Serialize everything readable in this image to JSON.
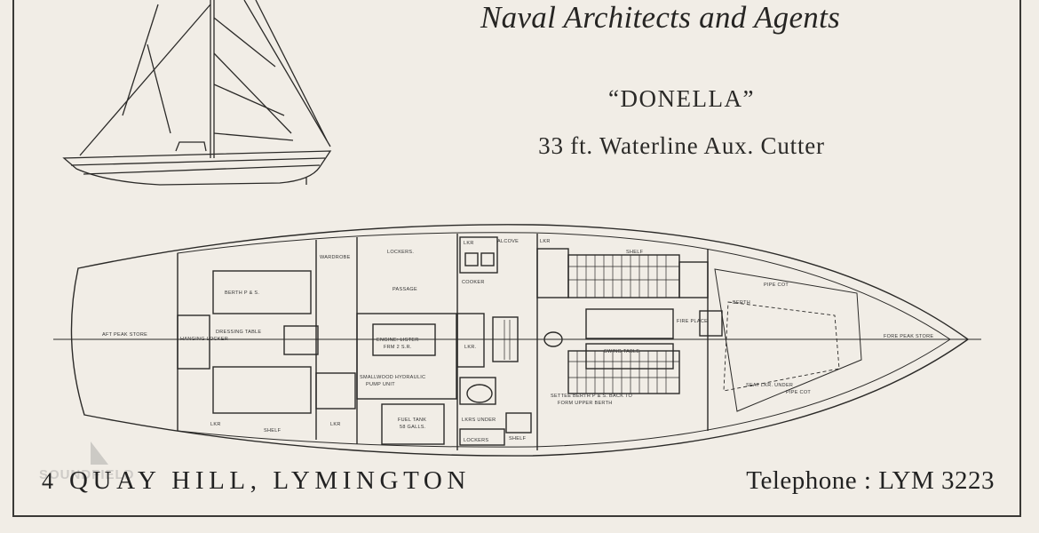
{
  "header": {
    "tagline": "Naval Architects and Agents"
  },
  "yacht": {
    "name": "“DONELLA”",
    "description": "33 ft. Waterline Aux. Cutter"
  },
  "footer": {
    "number": "4",
    "address": "QUAY HILL, LYMINGTON",
    "telephone": "Telephone : LYM 3223"
  },
  "plan_labels": {
    "aft_peak_store": "AFT PEAK STORE",
    "hanging_locker": "HANGING LOCKER",
    "dressing_table": "DRESSING TABLE",
    "berth_ps": "BERTH P & S.",
    "wardrobe": "WARDROBE",
    "lockers": "LOCKERS.",
    "passage": "PASSAGE",
    "lkr_top": "LKR",
    "alcove": "ALCOVE",
    "lkr_top2": "LKR",
    "shelf_top": "SHELF",
    "cooker": "COOKER",
    "engine": "ENGINE: LISTER",
    "engine2": "FRM 2 S.R.",
    "pump_unit": "SMALLWOOD HYDRAULIC",
    "pump_unit2": "PUMP UNIT",
    "fuel_tank": "FUEL TANK",
    "fuel_tank2": "58 GALLS.",
    "lkr_mid": "LKR.",
    "lkrs_under": "LKRS UNDER",
    "lockers_bottom": "LOCKERS",
    "shelf_bottom": "SHELF",
    "lkr_bl": "LKR",
    "shelf_bl": "SHELF",
    "lkr_b2": "LKR",
    "settee_berth": "SETTEE BERTH P & S. BACK TO",
    "settee_berth2": "FORM UPPER BERTH",
    "swing_table": "SWING TABLE",
    "fire_place": "FIRE PLACE",
    "pipe_cot_top": "PIPE COT",
    "berth_fwd": "BERTH",
    "seat_lkr": "SEAT LKR. UNDER",
    "pipe_cot_bottom": "PIPE COT",
    "fore_peak_store": "FORE PEAK STORE"
  },
  "watermark": "SOUNDFIELD"
}
